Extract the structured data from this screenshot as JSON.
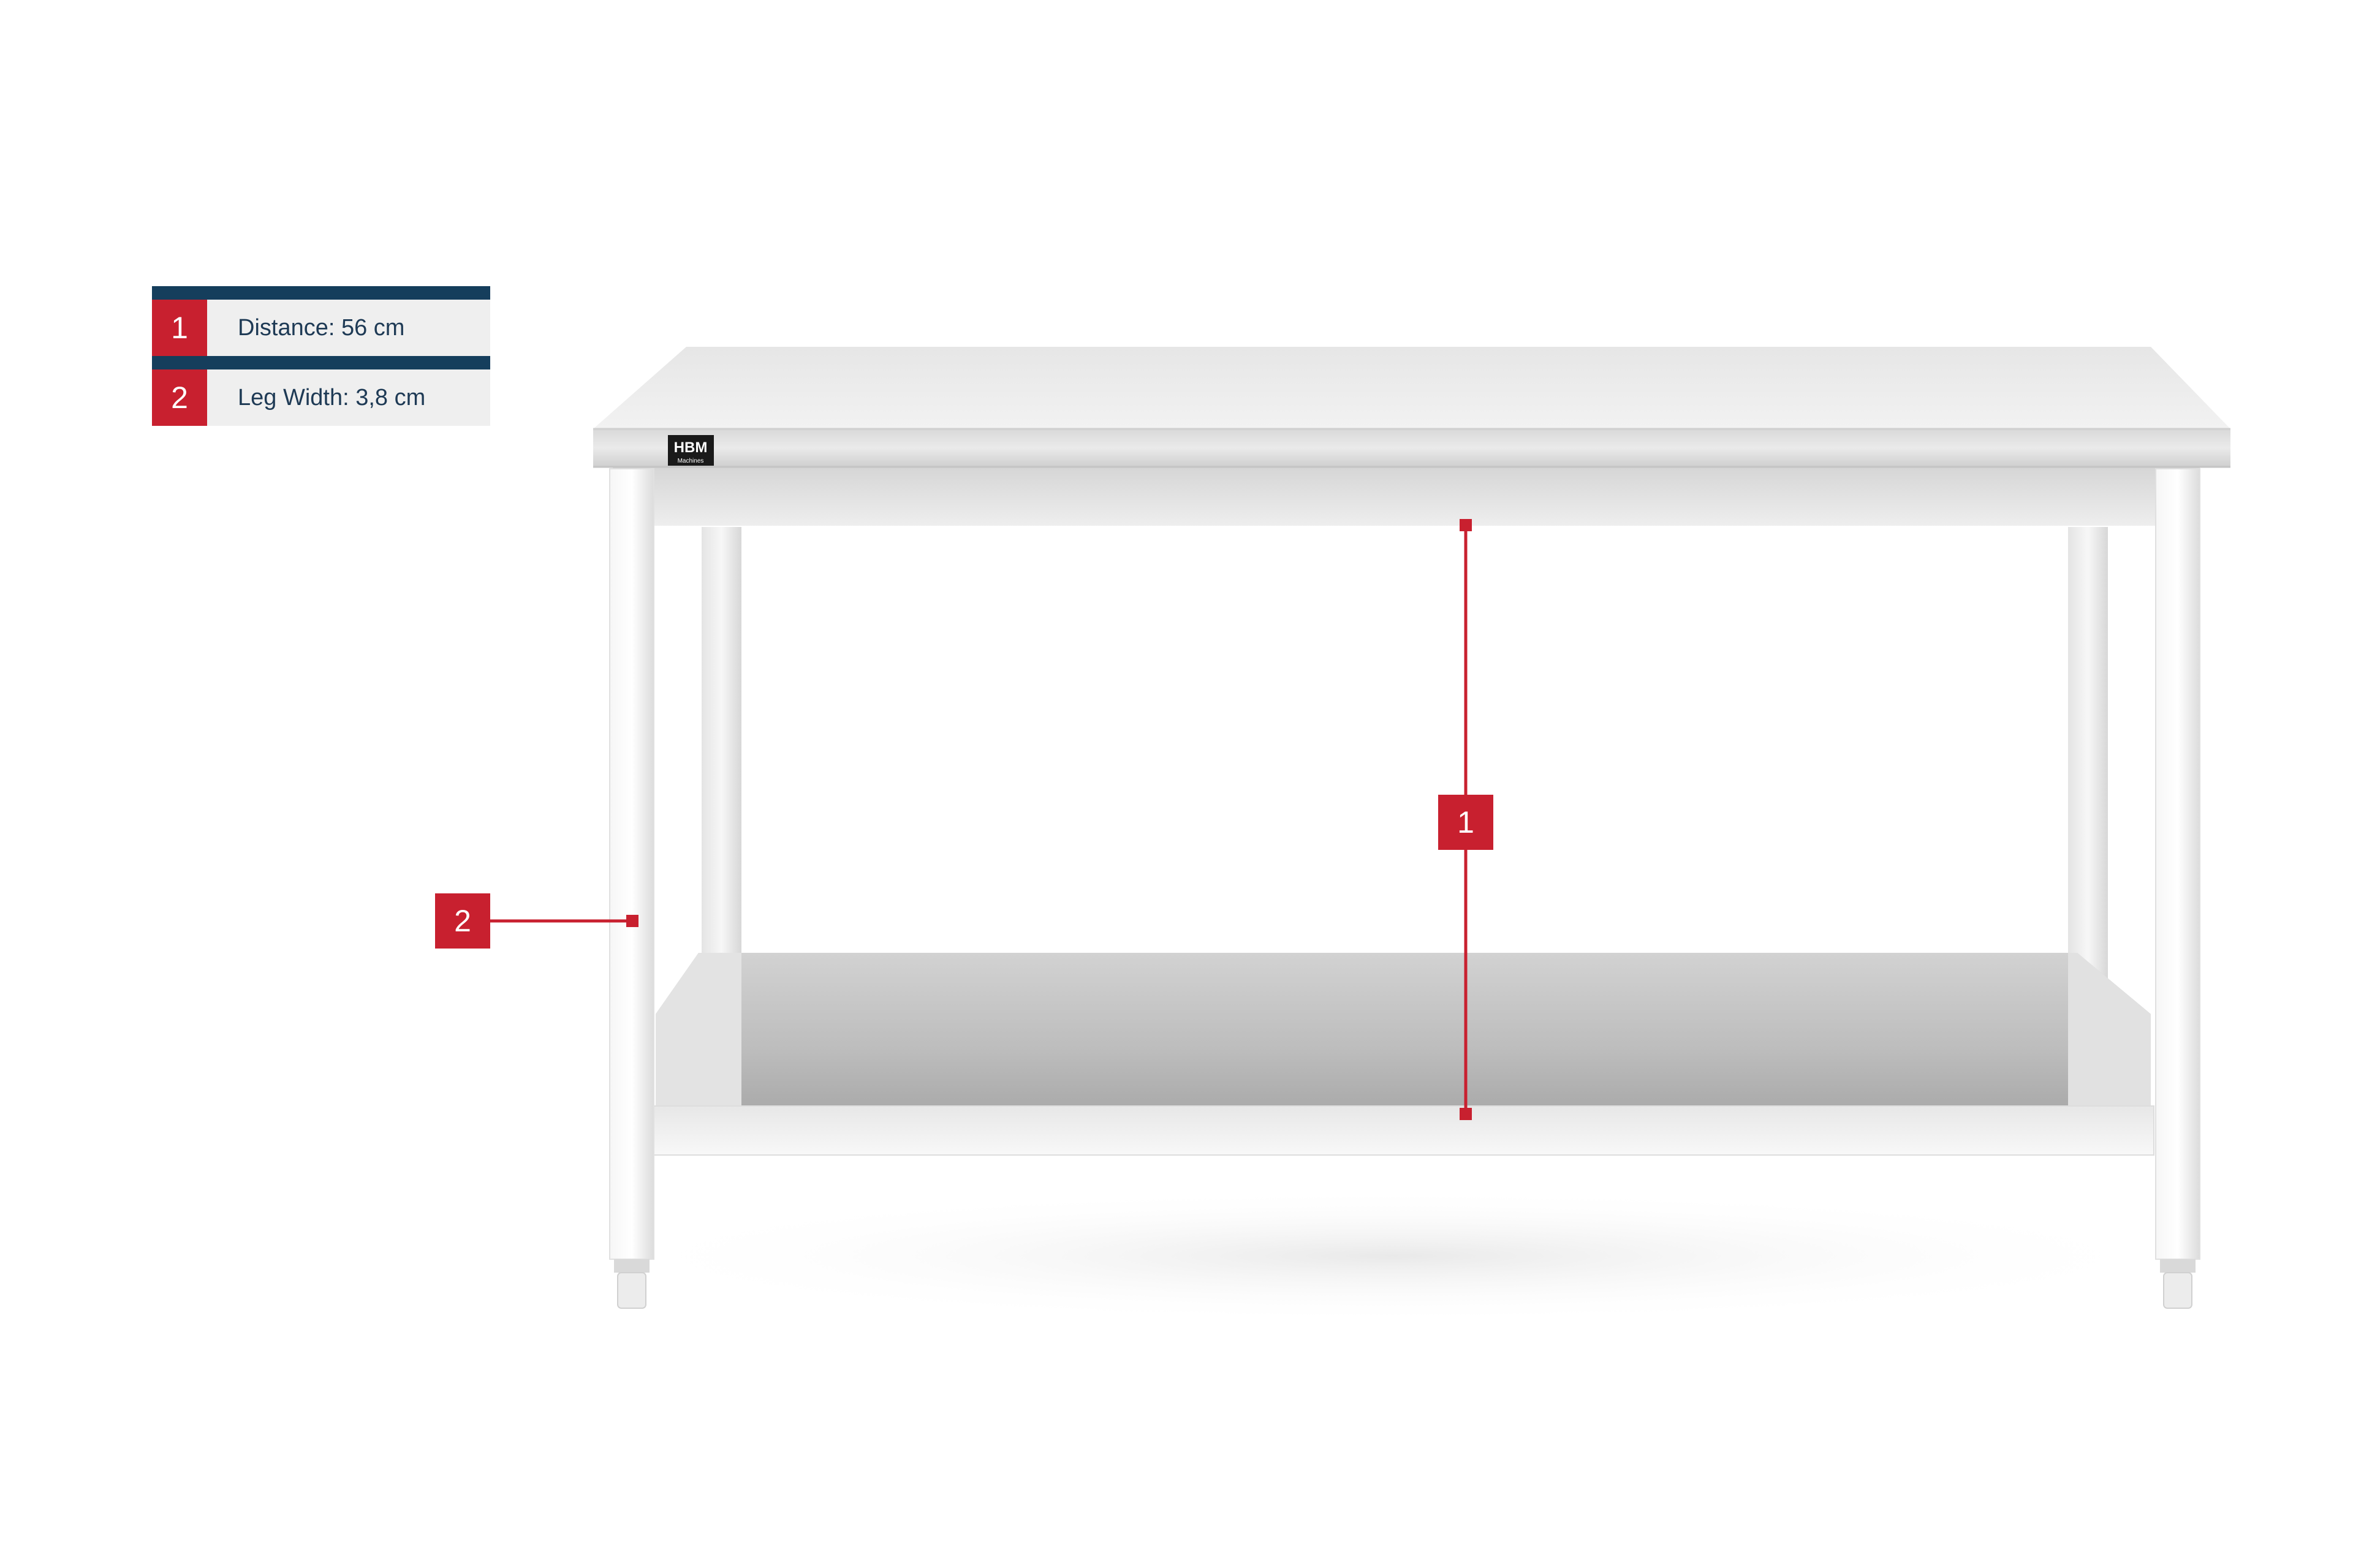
{
  "colors": {
    "accent_red": "#c8202f",
    "legend_bar": "#153e5c",
    "legend_bg": "#efefef",
    "legend_text": "#1e3a55"
  },
  "legend": {
    "items": [
      {
        "number": "1",
        "text": "Distance: 56 cm"
      },
      {
        "number": "2",
        "text": "Leg Width: 3,8 cm"
      }
    ]
  },
  "markers": {
    "distance": "1",
    "leg_width": "2"
  },
  "logo": {
    "top": "HBM",
    "bottom": "Machines"
  }
}
